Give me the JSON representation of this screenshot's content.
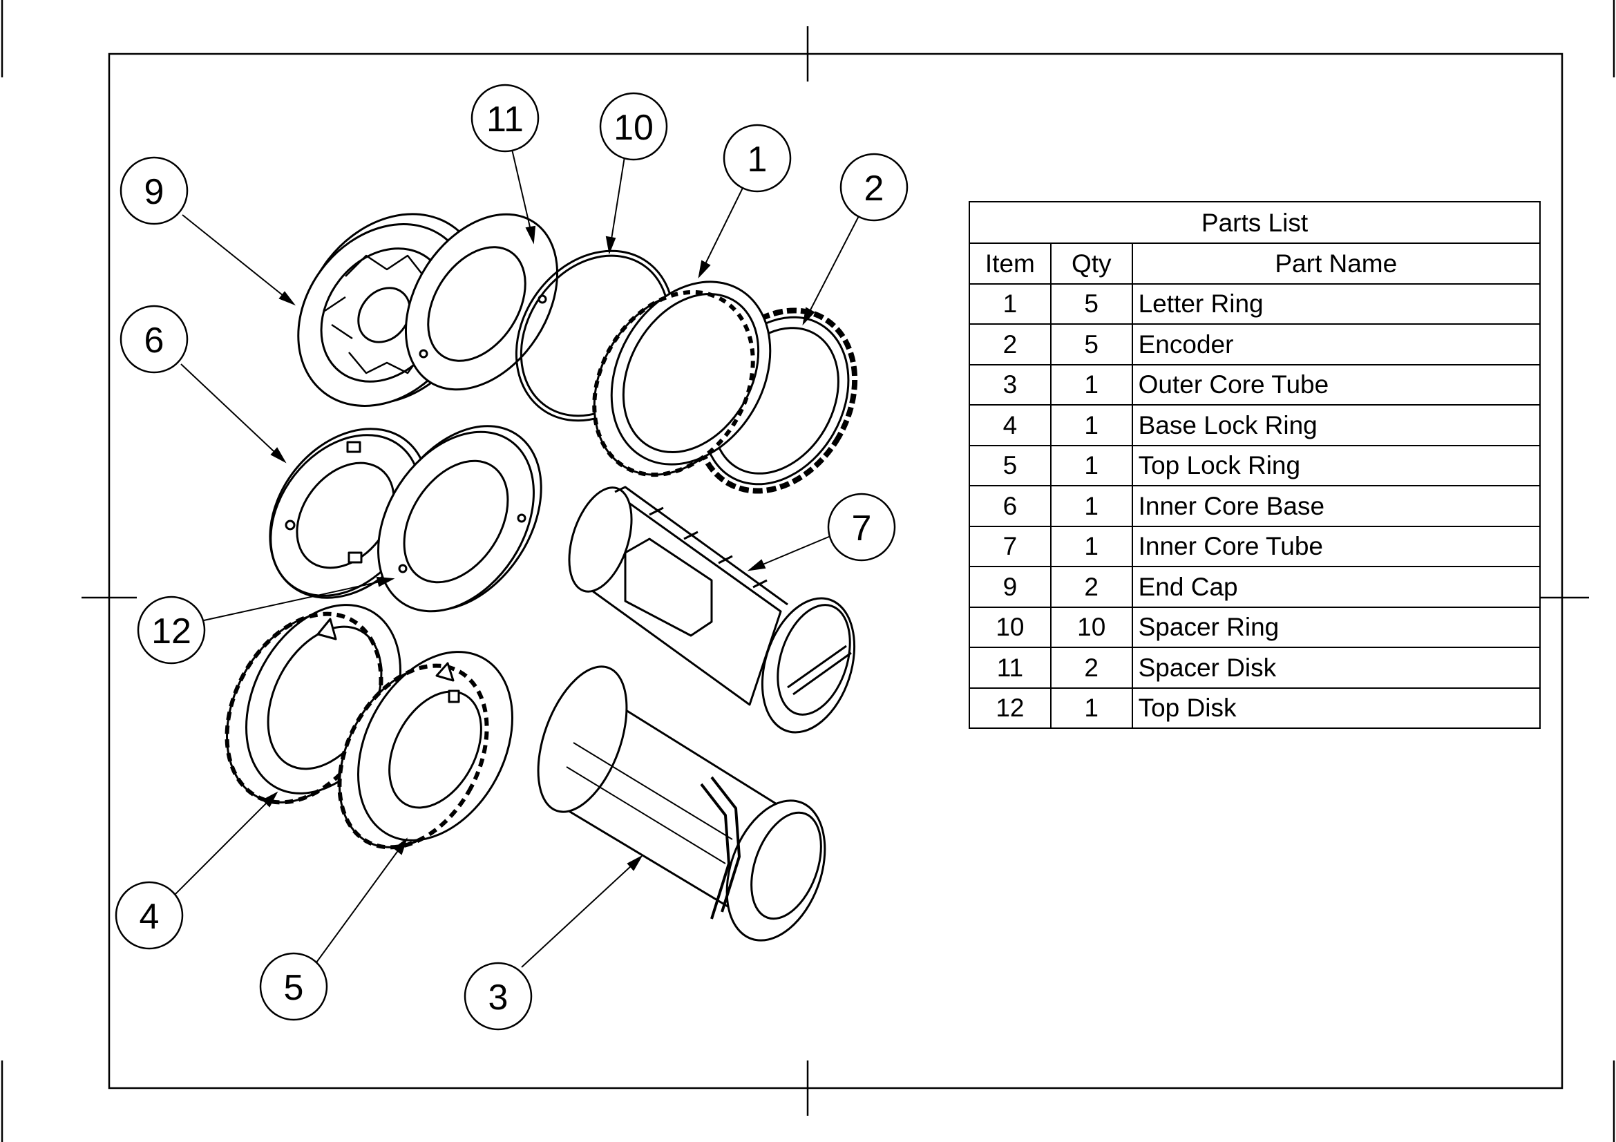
{
  "parts_list": {
    "title": "Parts List",
    "headers": {
      "item": "Item",
      "qty": "Qty",
      "part_name": "Part Name"
    },
    "rows": [
      {
        "item": "1",
        "qty": "5",
        "part_name": "Letter Ring"
      },
      {
        "item": "2",
        "qty": "5",
        "part_name": "Encoder"
      },
      {
        "item": "3",
        "qty": "1",
        "part_name": "Outer Core Tube"
      },
      {
        "item": "4",
        "qty": "1",
        "part_name": "Base Lock Ring"
      },
      {
        "item": "5",
        "qty": "1",
        "part_name": "Top Lock Ring"
      },
      {
        "item": "6",
        "qty": "1",
        "part_name": "Inner Core Base"
      },
      {
        "item": "7",
        "qty": "1",
        "part_name": "Inner Core Tube"
      },
      {
        "item": "9",
        "qty": "2",
        "part_name": "End Cap"
      },
      {
        "item": "10",
        "qty": "10",
        "part_name": "Spacer Ring"
      },
      {
        "item": "11",
        "qty": "2",
        "part_name": "Spacer Disk"
      },
      {
        "item": "12",
        "qty": "1",
        "part_name": "Top Disk"
      }
    ]
  },
  "callouts": {
    "c9": "9",
    "c11": "11",
    "c10": "10",
    "c1": "1",
    "c2": "2",
    "c6": "6",
    "c7": "7",
    "c12": "12",
    "c4": "4",
    "c5": "5",
    "c3": "3"
  }
}
